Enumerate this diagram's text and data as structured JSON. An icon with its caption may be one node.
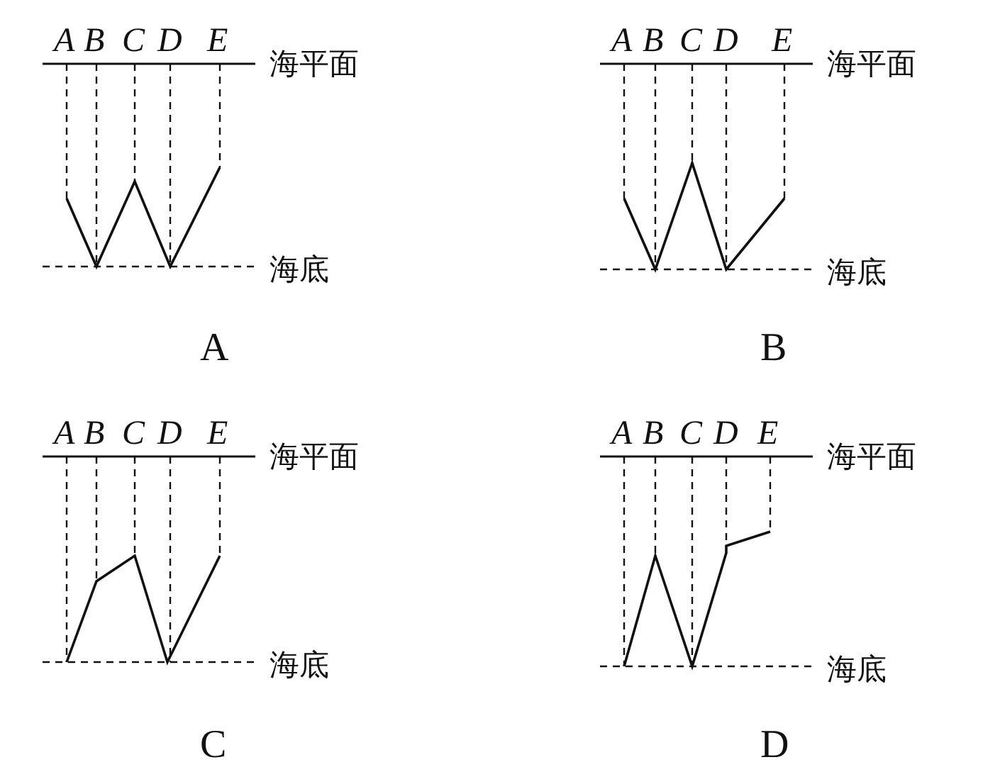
{
  "diagram": {
    "labels": [
      "A",
      "B",
      "C",
      "D",
      "E",
      "海平面",
      "海底",
      "A",
      "A",
      "B",
      "C",
      "D",
      "E",
      "海平面",
      "海底",
      "B",
      "A",
      "B",
      "C",
      "D",
      "E",
      "海平面",
      "海底",
      "C",
      "A",
      "B",
      "C",
      "D",
      "E",
      "海平面",
      "海底",
      "D"
    ]
  }
}
